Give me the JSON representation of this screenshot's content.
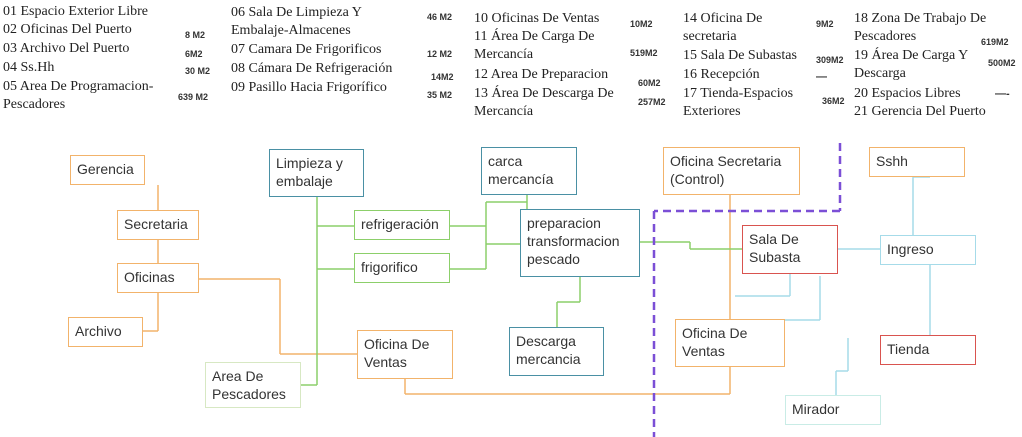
{
  "legend": [
    {
      "name": "01 Espacio Exterior Libre",
      "area": ""
    },
    {
      "name": "02 Oficinas Del Puerto",
      "area": "8 M2"
    },
    {
      "name": "03 Archivo Del Puerto",
      "area": "6M2"
    },
    {
      "name": "04 Ss.Hh",
      "area": "30 M2"
    },
    {
      "name": "05 Area De Programacion-Pescadores",
      "area": "639 M2"
    },
    {
      "name": "06 Sala De Limpieza Y Embalaje-Almacenes",
      "area": "46 M2"
    },
    {
      "name": "07 Camara De Frigorificos",
      "area": "12 M2"
    },
    {
      "name": "08 Cámara De Refrigeración",
      "area": "14M2"
    },
    {
      "name": "09 Pasillo Hacia Frigorífico",
      "area": "35 M2"
    },
    {
      "name": "10 Oficinas De Ventas",
      "area": "10M2"
    },
    {
      "name": "11 Área De Carga De Mercancía",
      "area": "519M2"
    },
    {
      "name": "12 Area De Preparacion",
      "area": "60M2"
    },
    {
      "name": "13 Área De Descarga De Mercancía",
      "area": "257M2"
    },
    {
      "name": "14 Oficina De secretaria",
      "area": "9M2"
    },
    {
      "name": "15 Sala De Subastas",
      "area": "309M2"
    },
    {
      "name": "16 Recepción",
      "area": "—"
    },
    {
      "name": "17 Tienda-Espacios Exteriores",
      "area": "36M2"
    },
    {
      "name": "18 Zona De Trabajo De Pescadores",
      "area": "619M2"
    },
    {
      "name": "19 Área De Carga Y Descarga",
      "area": "500M2"
    },
    {
      "name": "20 Espacios Libres",
      "area": "—-"
    },
    {
      "name": "21 Gerencia Del Puerto",
      "area": ""
    }
  ],
  "nodes": {
    "gerencia": "Gerencia",
    "secretaria": "Secretaria",
    "oficinas": "Oficinas",
    "archivo": "Archivo",
    "area_pescadores": "Area De Pescadores",
    "limpieza": "Limpieza y embalaje",
    "refrigeracion": "refrigeración",
    "frigorifico": "frigorifico",
    "oficina_ventas_1": "Oficina De Ventas",
    "carca": "carca mercancía",
    "preparacion": "preparacion transformacion pescado",
    "descarga": "Descarga mercancia",
    "oficina_secretaria": "Oficina Secretaria (Control)",
    "sala_subasta": "Sala De Subasta",
    "oficina_ventas_2": "Oficina De Ventas",
    "mirador": "Mirador",
    "sshh": "Sshh",
    "ingreso": "Ingreso",
    "tienda": "Tienda"
  },
  "colors": {
    "orange": "#f2b36b",
    "green": "#8ccf6a",
    "teal": "#4a90a4",
    "red": "#d9534f",
    "lightblue": "#a6dbe9",
    "purple": "#7b4fd6"
  }
}
